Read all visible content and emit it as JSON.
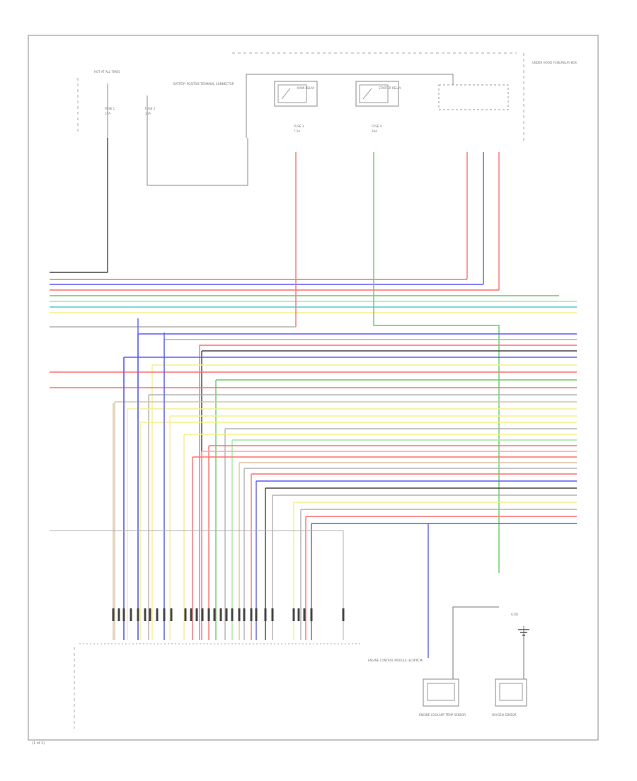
{
  "diagram": {
    "footer_code": "(1 of 2)",
    "components": {
      "hot_at_all_times": "HOT AT ALL TIMES",
      "battery_distribution": "BATTERY POSITIVE TERMINAL CONNECTOR",
      "fuse_box": "UNDER HOOD FUSE/RELAY BOX",
      "relay_1": "MAIN RELAY",
      "relay_2": "STARTER RELAY",
      "ecm": "ENGINE CONTROL MODULE (ECM/PCM)",
      "sensor_left": "ENGINE COOLANT TEMP SENSOR",
      "sensor_right": "OXYGEN SENSOR",
      "ground_label": "G101"
    },
    "fuses": [
      {
        "name": "FUSE 1",
        "rating": "15A"
      },
      {
        "name": "FUSE 2",
        "rating": "10A"
      },
      {
        "name": "FUSE 3",
        "rating": "7.5A"
      },
      {
        "name": "FUSE 4",
        "rating": "20A"
      }
    ],
    "wire_colors": {
      "black": "#444444",
      "grey": "#b0b0b0",
      "red": "#ff6f6f",
      "green": "#66cc66",
      "light_green": "#9fe89f",
      "blue": "#5a5aff",
      "yellow": "#f4f08a",
      "cyan": "#55c8d8",
      "pink": "#ff9fb0",
      "orange": "#ffb060",
      "tan": "#d8c4a0"
    }
  }
}
